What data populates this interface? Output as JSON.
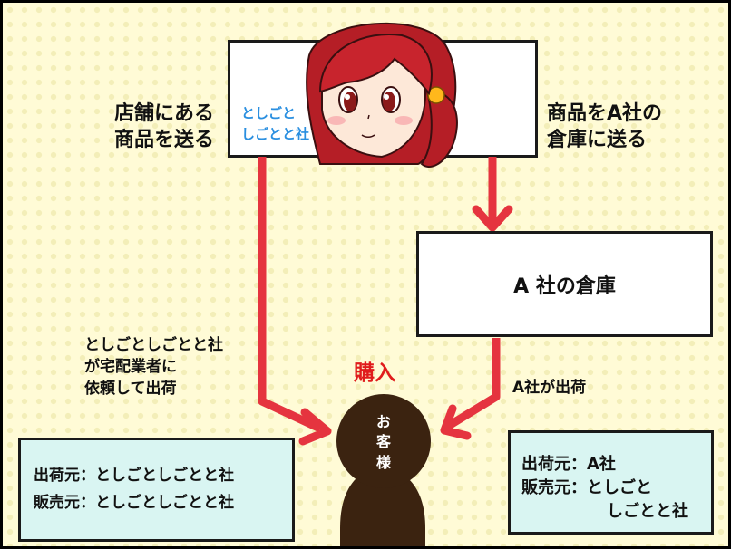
{
  "company_box": {
    "line1": "としごと",
    "line2": "しごとと社"
  },
  "label_store_ship": {
    "line1": "店舗にある",
    "line2": "商品を送る"
  },
  "label_send_to_warehouse": {
    "line1": "商品をA社の",
    "line2": "倉庫に送る"
  },
  "warehouse_box": {
    "label": "A 社の倉庫"
  },
  "label_courier": {
    "line1": "としごとしごとと社",
    "line2": "が宅配業者に",
    "line3": "依頼して出荷"
  },
  "label_purchase": "購入",
  "label_ship_from_a": "A社が出荷",
  "customer": {
    "line1": "お",
    "line2": "客",
    "line3": "様"
  },
  "info_left": {
    "row1": {
      "key": "出荷元",
      "sep": "：",
      "value": "としごとしごとと社"
    },
    "row2": {
      "key": "販売元",
      "sep": "：",
      "value": "としごとしごとと社"
    }
  },
  "info_right": {
    "row1": {
      "key": "出荷元",
      "sep": "：",
      "value": "A社"
    },
    "row2": {
      "key": "販売元",
      "sep": "：",
      "value": "としごと",
      "value2": "しごとと社"
    }
  },
  "colors": {
    "arrow": "#e5343f",
    "company_text": "#2a8fe0",
    "purchase_text": "#e01c1c",
    "customer_fill": "#3b2310",
    "info_bg": "#d9f5f2",
    "background": "#fffbd6"
  },
  "icons": [
    "girl-character-illustration",
    "customer-silhouette-icon"
  ]
}
